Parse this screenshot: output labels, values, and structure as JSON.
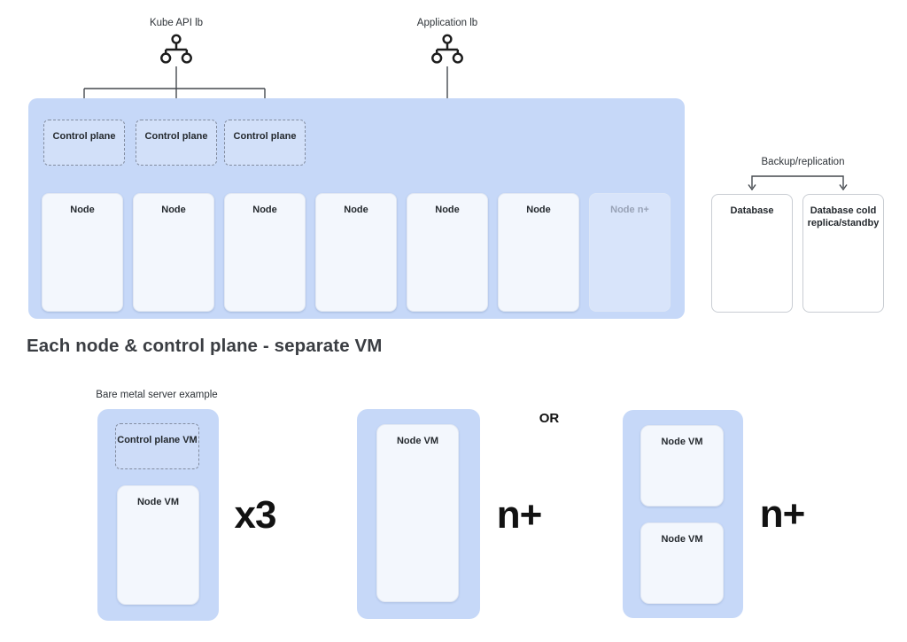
{
  "top": {
    "kube_api_lb_label": "Kube API lb",
    "application_lb_label": "Application lb",
    "control_planes": [
      "Control plane",
      "Control plane",
      "Control plane"
    ],
    "nodes": [
      "Node",
      "Node",
      "Node",
      "Node",
      "Node",
      "Node"
    ],
    "node_n_label": "Node n+",
    "backup_label": "Backup/replication",
    "database_label": "Database",
    "database_replica_label": "Database cold replica/standby"
  },
  "section_heading": "Each node & control plane - separate VM",
  "bottom": {
    "bare_metal_label": "Bare metal server example",
    "control_plane_vm_label": "Control plane VM",
    "node_vm_label": "Node VM",
    "x3_label": "x3",
    "or_label": "OR",
    "n_plus_label": "n+"
  },
  "colors": {
    "container_blue": "#c6d8f8",
    "box_fill": "#f3f7fd",
    "arrow": "#45494f",
    "arrow_faded": "#aab6cf",
    "dashed_border": "#828ca0"
  }
}
